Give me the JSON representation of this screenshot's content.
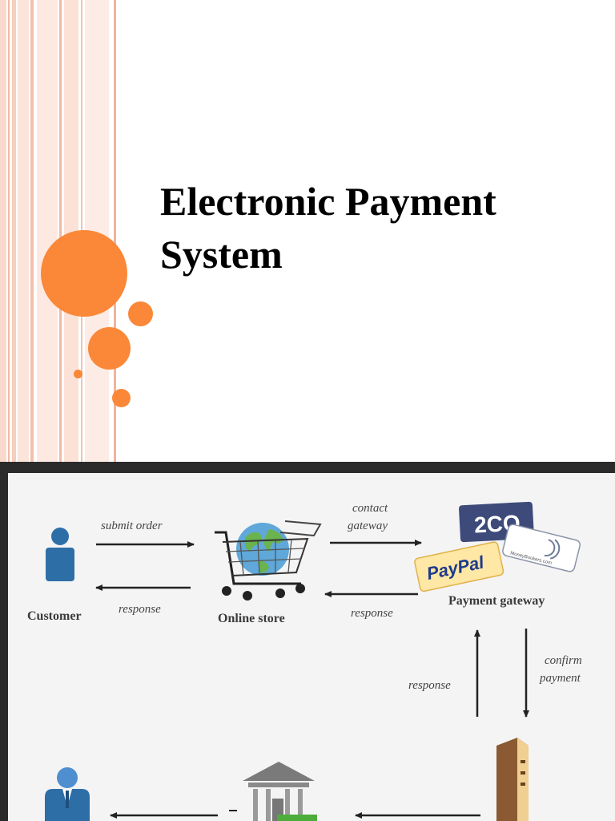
{
  "slide1": {
    "title_line1": "Electronic Payment",
    "title_line2": "System",
    "accent": "#fa8838",
    "stripe_color": "#f6c8b6"
  },
  "diagram": {
    "nodes": {
      "customer": "Customer",
      "online_store": "Online store",
      "payment_gateway": "Payment gateway"
    },
    "edges": {
      "submit_order": "submit order",
      "response_to_customer": "response",
      "contact_gateway_line1": "contact",
      "contact_gateway_line2": "gateway",
      "response_to_store": "response",
      "confirm_payment_line1": "confirm",
      "confirm_payment_line2": "payment",
      "response_up": "response"
    },
    "logos": {
      "twoco": "2CO",
      "paypal": "PayPal",
      "bookers": "MoneyBookers.com"
    },
    "person_color": "#2e6ea6"
  }
}
